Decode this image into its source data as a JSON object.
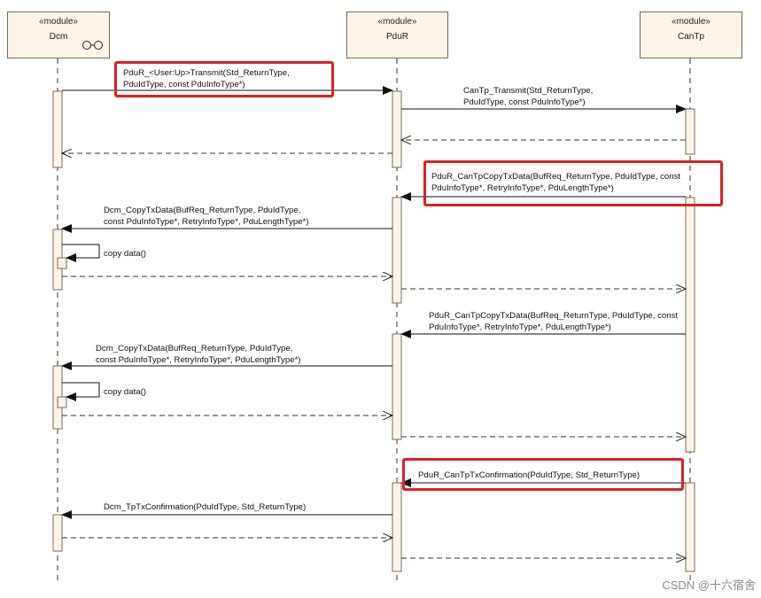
{
  "lifelines": [
    {
      "stereotype": "«module»",
      "name": "Dcm"
    },
    {
      "stereotype": "«module»",
      "name": "PduR"
    },
    {
      "stereotype": "«module»",
      "name": "CanTp"
    }
  ],
  "messages": {
    "m1": [
      "PduR_<User:Up>Transmit(Std_ReturnType,",
      "PduIdType, const PduInfoType*)"
    ],
    "m2": [
      "CanTp_Transmit(Std_ReturnType,",
      "PduIdType, const PduInfoType*)"
    ],
    "m3": [
      "PduR_CanTpCopyTxData(BufReq_ReturnType, PduIdType, const",
      "PduInfoType*, RetryInfoType*, PduLengthType*)"
    ],
    "m4": [
      "Dcm_CopyTxData(BufReq_ReturnType, PduIdType,",
      "const PduInfoType*, RetryInfoType*, PduLengthType*)"
    ],
    "m5": "copy data()",
    "m6": [
      "PduR_CanTpCopyTxData(BufReq_ReturnType, PduIdType, const",
      "PduInfoType*, RetryInfoType*, PduLengthType*)"
    ],
    "m7": [
      "Dcm_CopyTxData(BufReq_ReturnType, PduIdType,",
      "const PduInfoType*, RetryInfoType*, PduLengthType*)"
    ],
    "m8": "copy data()",
    "m9": "PduR_CanTpTxConfirmation(PduIdType, Std_ReturnType)",
    "m10": "Dcm_TpTxConfirmation(PduIdType, Std_ReturnType)"
  },
  "watermark": "CSDN @十六宿舍",
  "colors": {
    "lifeline_fill": "#fdf5e9",
    "highlight": "#e0201f"
  }
}
